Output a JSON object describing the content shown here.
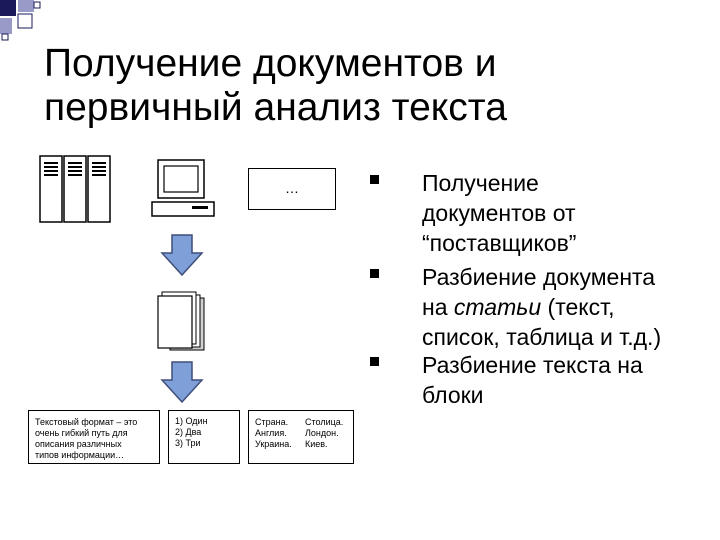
{
  "slide": {
    "title_line1": "Получение документов и",
    "title_line2": "первичный анализ текста",
    "ellipsis": "…"
  },
  "bullets": [
    {
      "line1": "Получение",
      "line2": "документов от",
      "line3": "“поставщиков”"
    },
    {
      "line1": "Разбиение документа",
      "line2_prefix": "на ",
      "line2_italic": "статьи",
      "line2_suffix": " (текст,",
      "line3": "список, таблица и т.д.)"
    },
    {
      "line1": "Разбиение текста на",
      "line2": "блоки"
    }
  ],
  "examples": {
    "text_box": [
      "Текстовый формат – это",
      "очень гибкий путь для",
      "описания различных",
      "типов информации…"
    ],
    "list_box": [
      "1) Один",
      "2) Два",
      "3) Три"
    ],
    "table_box": {
      "col1": [
        "Страна.",
        "Англия.",
        "Украина."
      ],
      "col2": [
        "Столица.",
        "Лондон.",
        "Киев."
      ]
    }
  },
  "colors": {
    "arrow_fill": "#7f9fd8",
    "arrow_stroke": "#3f4f7a",
    "corner_dark": "#1a1a5a",
    "corner_light": "#9a9ac8"
  },
  "icons": [
    "server-icon",
    "computer-icon",
    "documents-stack-icon",
    "down-arrow-icon"
  ]
}
